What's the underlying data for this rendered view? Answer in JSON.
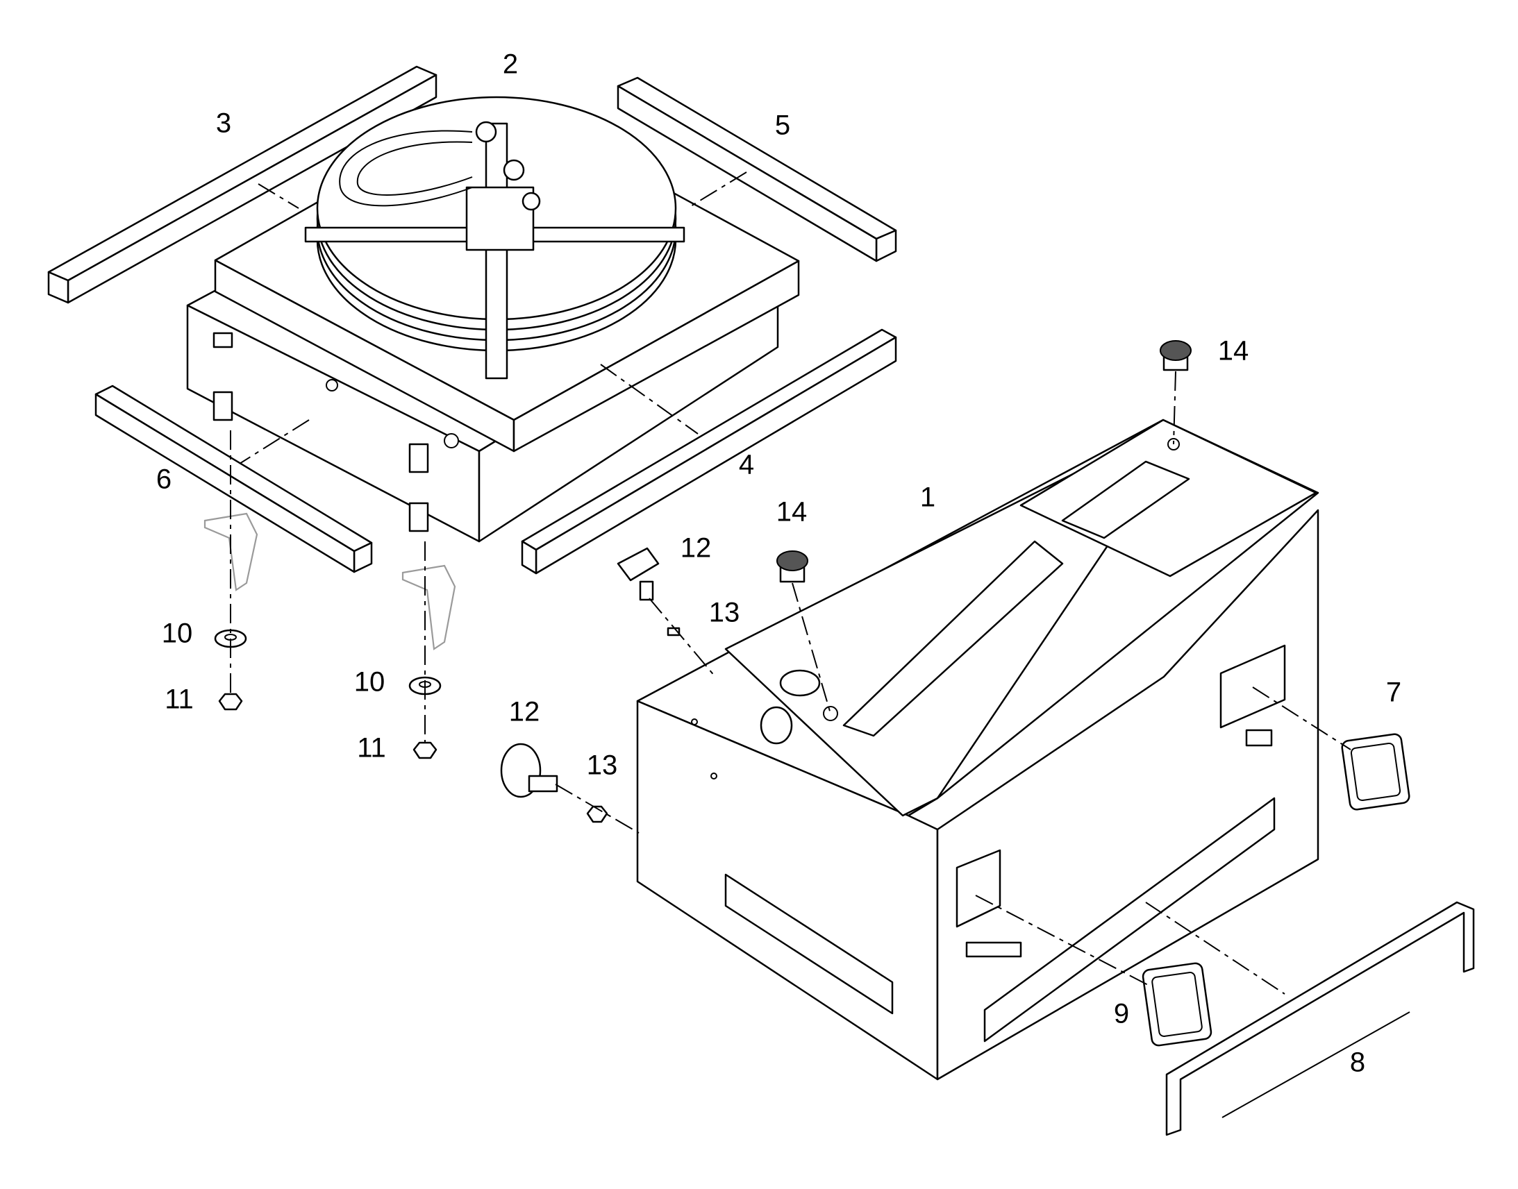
{
  "callouts": [
    {
      "id": "1",
      "label": "1"
    },
    {
      "id": "2",
      "label": "2"
    },
    {
      "id": "3",
      "label": "3"
    },
    {
      "id": "4",
      "label": "4"
    },
    {
      "id": "5",
      "label": "5"
    },
    {
      "id": "6",
      "label": "6"
    },
    {
      "id": "7",
      "label": "7"
    },
    {
      "id": "8",
      "label": "8"
    },
    {
      "id": "9",
      "label": "9"
    },
    {
      "id": "10a",
      "label": "10"
    },
    {
      "id": "10b",
      "label": "10"
    },
    {
      "id": "11a",
      "label": "11"
    },
    {
      "id": "11b",
      "label": "11"
    },
    {
      "id": "12a",
      "label": "12"
    },
    {
      "id": "12b",
      "label": "12"
    },
    {
      "id": "13a",
      "label": "13"
    },
    {
      "id": "13b",
      "label": "13"
    },
    {
      "id": "14a",
      "label": "14"
    },
    {
      "id": "14b",
      "label": "14"
    }
  ]
}
